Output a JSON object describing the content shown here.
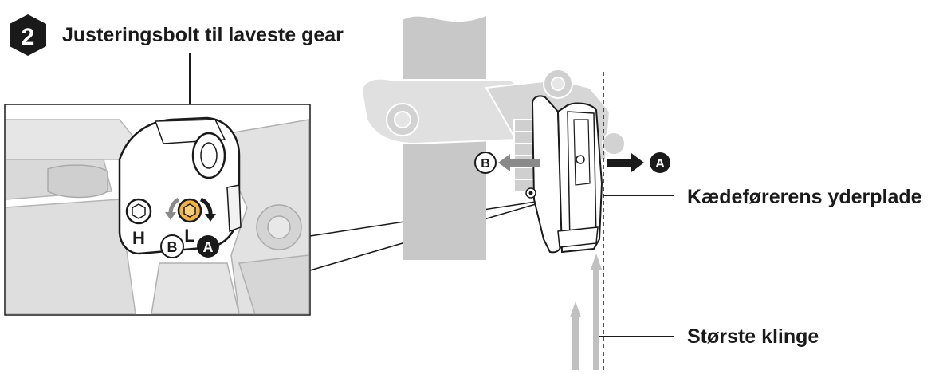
{
  "step": {
    "number": "2"
  },
  "title": "Justeringsbolt til laveste gear",
  "labels": {
    "outer_plate": "Kædeførerens yderplade",
    "largest_ring": "Største klinge"
  },
  "detail": {
    "bolt_high": "H",
    "bolt_low": "L",
    "arrow_b": "B",
    "arrow_a": "A"
  },
  "main": {
    "arrow_b": "B",
    "arrow_a": "A"
  },
  "colors": {
    "ink": "#1a1a1a",
    "gray_fill": "#c8c8c8",
    "light_gray": "#e0e0e0",
    "bolt_orange": "#f0b24a",
    "arrow_gray": "#8a8a8a"
  }
}
